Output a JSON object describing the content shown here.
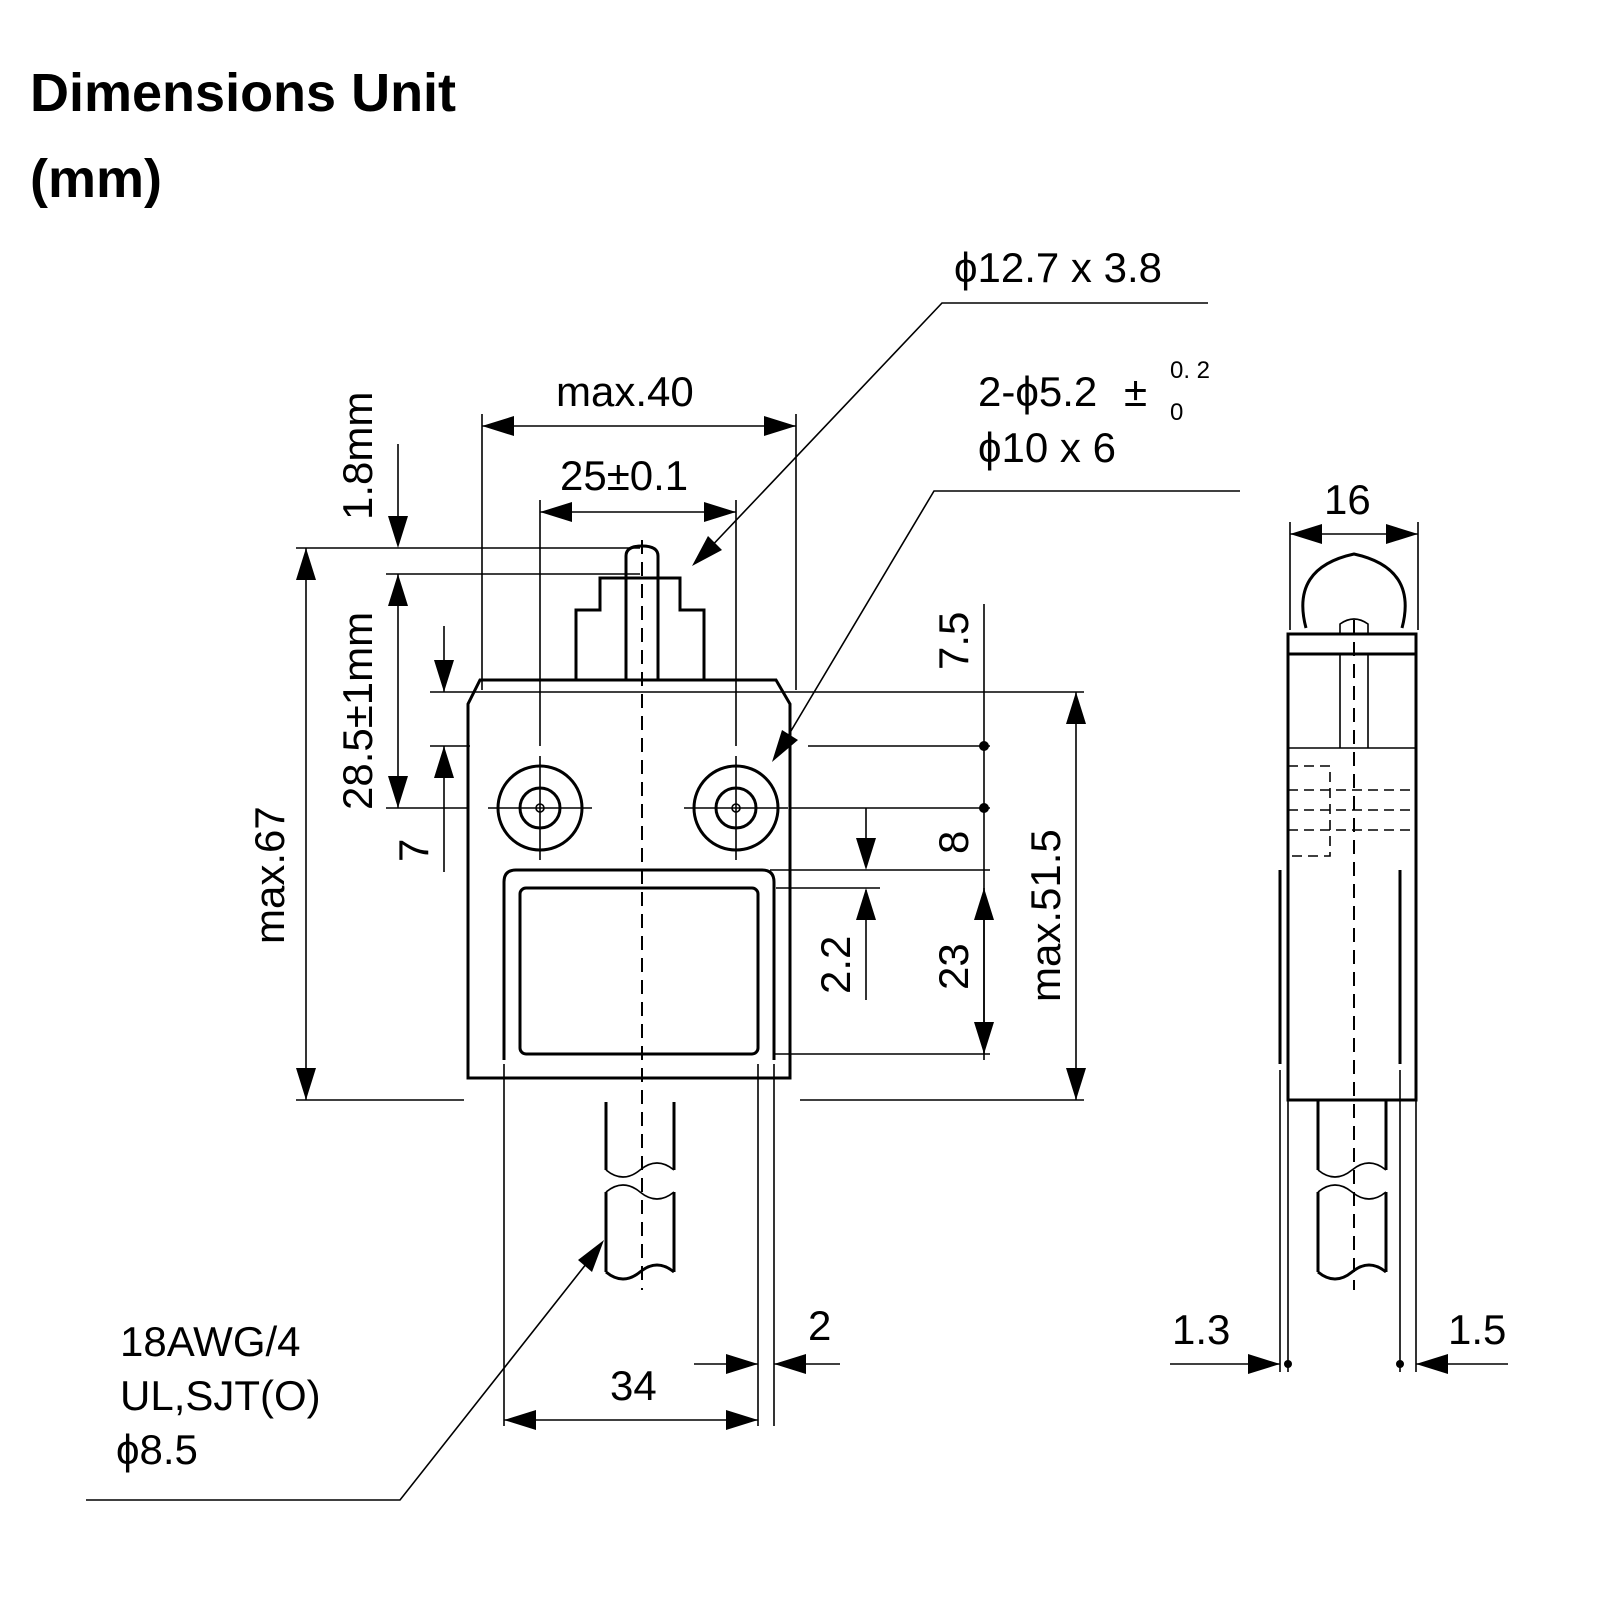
{
  "title_line1": "Dimensions Unit",
  "title_line2": "(mm)",
  "labels": {
    "roller": "ϕ12.7 x 3.8",
    "holes_a": "2-ϕ5.2",
    "holes_tol_plus": "0. 2",
    "holes_tol_minus": "0",
    "holes_b": "ϕ10 x 6",
    "max40": "max.40",
    "pitch": "25±0.1",
    "d1_8": "1.8mm",
    "d28_5": "28.5±1mm",
    "max67": "max.67",
    "d7": "7",
    "d7_5": "7.5",
    "d8": "8",
    "d2_2": "2.2",
    "d23": "23",
    "max51_5": "max.51.5",
    "d34": "34",
    "d2": "2",
    "d16": "16",
    "d1_3": "1.3",
    "d1_5": "1.5",
    "cable1": "18AWG/4",
    "cable2": "UL,SJT(O)",
    "cable3": "ϕ8.5"
  }
}
